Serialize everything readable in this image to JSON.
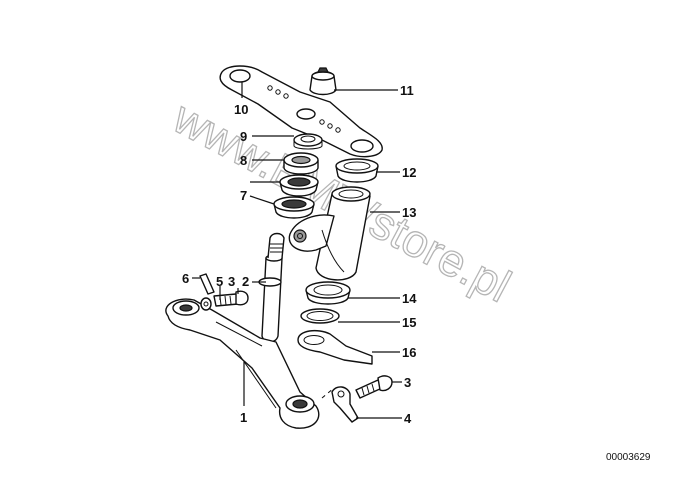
{
  "diagram": {
    "watermark": "www.BMWstore.pl",
    "doc_number": "00003629",
    "callouts": [
      {
        "id": "c1",
        "label": "1"
      },
      {
        "id": "c2",
        "label": "2"
      },
      {
        "id": "c3a",
        "label": "3"
      },
      {
        "id": "c3b",
        "label": "3"
      },
      {
        "id": "c4",
        "label": "4"
      },
      {
        "id": "c5",
        "label": "5"
      },
      {
        "id": "c6",
        "label": "6"
      },
      {
        "id": "c7",
        "label": "7"
      },
      {
        "id": "c8",
        "label": "8"
      },
      {
        "id": "c9",
        "label": "9"
      },
      {
        "id": "c10",
        "label": "10"
      },
      {
        "id": "c11",
        "label": "11"
      },
      {
        "id": "c12",
        "label": "12"
      },
      {
        "id": "c13",
        "label": "13"
      },
      {
        "id": "c14",
        "label": "14"
      },
      {
        "id": "c15",
        "label": "15"
      },
      {
        "id": "c16",
        "label": "16"
      }
    ]
  }
}
